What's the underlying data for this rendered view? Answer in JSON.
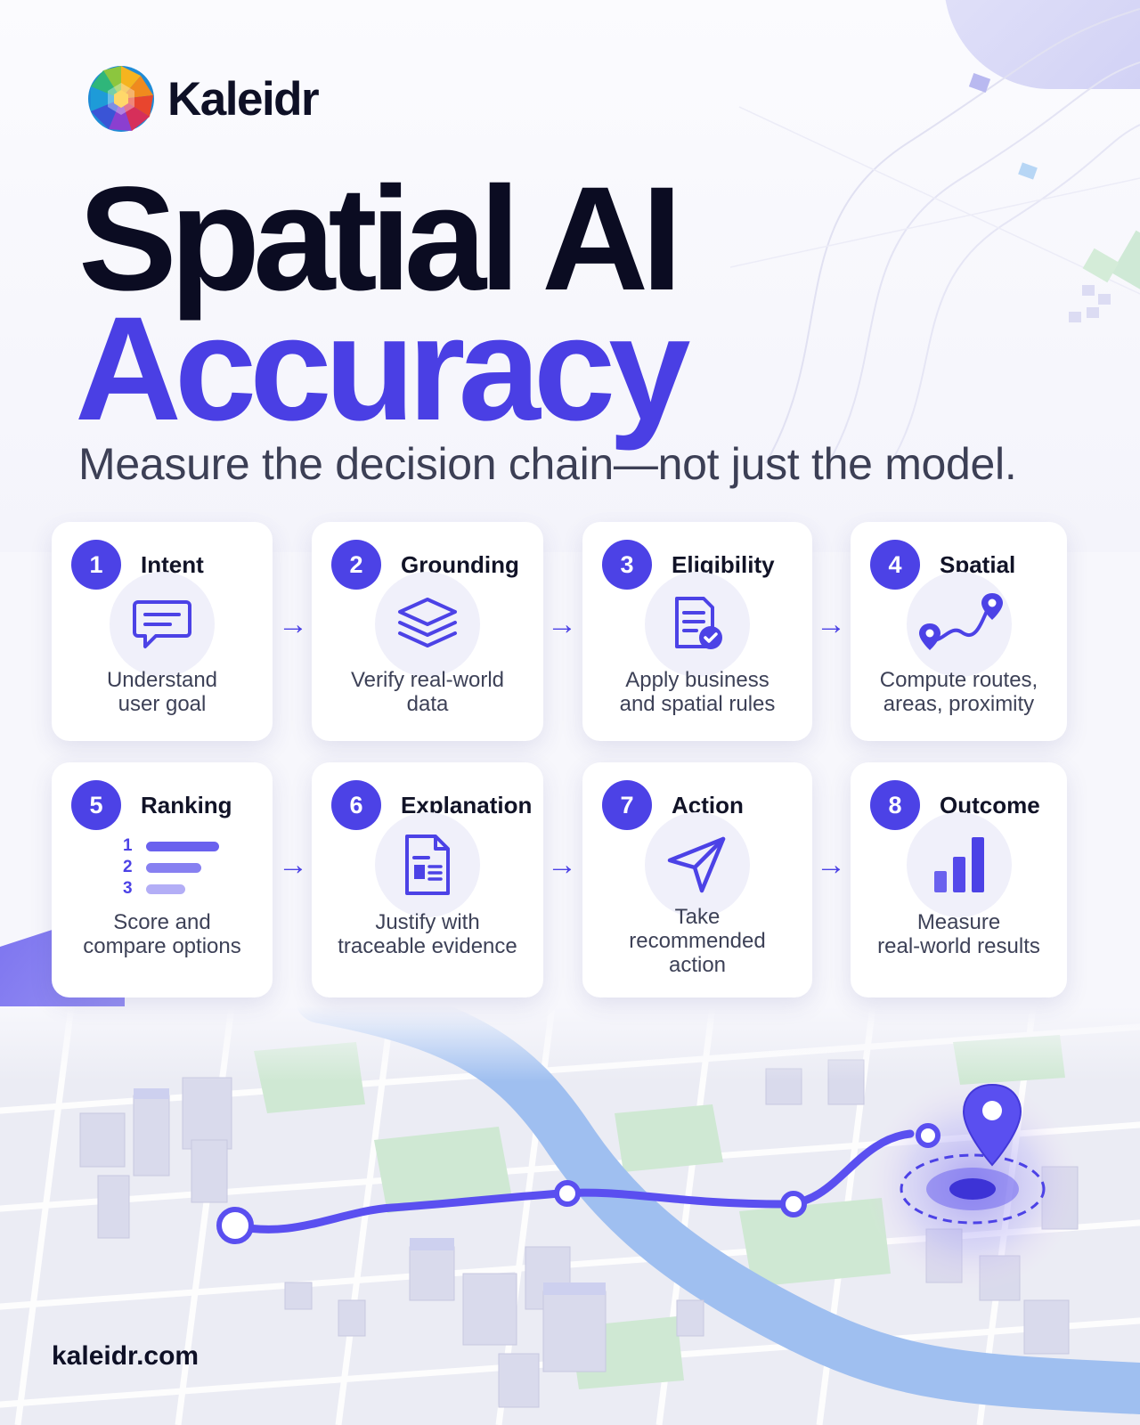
{
  "brand": {
    "name": "Kaleidr",
    "logo_icon": "kaleidoscope-logo-icon"
  },
  "hero": {
    "title_line1": "Spatial AI",
    "title_line2": "Accuracy",
    "subtitle": "Measure the decision chain—not just the model."
  },
  "colors": {
    "accent": "#4c42e6",
    "title_dark": "#0b0c22",
    "title_accent": "#4a3fe4"
  },
  "steps": [
    {
      "number": "1",
      "title": "Intent",
      "icon": "chat-bubble-icon",
      "description": "Understand\nuser goal"
    },
    {
      "number": "2",
      "title": "Grounding",
      "icon": "layers-icon",
      "description": "Verify real-world\ndata"
    },
    {
      "number": "3",
      "title": "Eligibility",
      "icon": "checklist-document-icon",
      "description": "Apply business\nand spatial rules"
    },
    {
      "number": "4",
      "title": "Spatial",
      "icon": "route-pins-icon",
      "description": "Compute routes,\nareas, proximity"
    },
    {
      "number": "5",
      "title": "Ranking",
      "icon": "ranked-list-icon",
      "description": "Score and\ncompare options",
      "ranks": [
        "1",
        "2",
        "3"
      ]
    },
    {
      "number": "6",
      "title": "Explanation",
      "icon": "report-document-icon",
      "description": "Justify with\ntraceable evidence"
    },
    {
      "number": "7",
      "title": "Action",
      "icon": "paper-plane-icon",
      "description": "Take\nrecommended\naction"
    },
    {
      "number": "8",
      "title": "Outcome",
      "icon": "bar-chart-icon",
      "description": "Measure\nreal-world results"
    }
  ],
  "flow_arrow": "→",
  "footer": {
    "url": "kaleidr.com"
  }
}
